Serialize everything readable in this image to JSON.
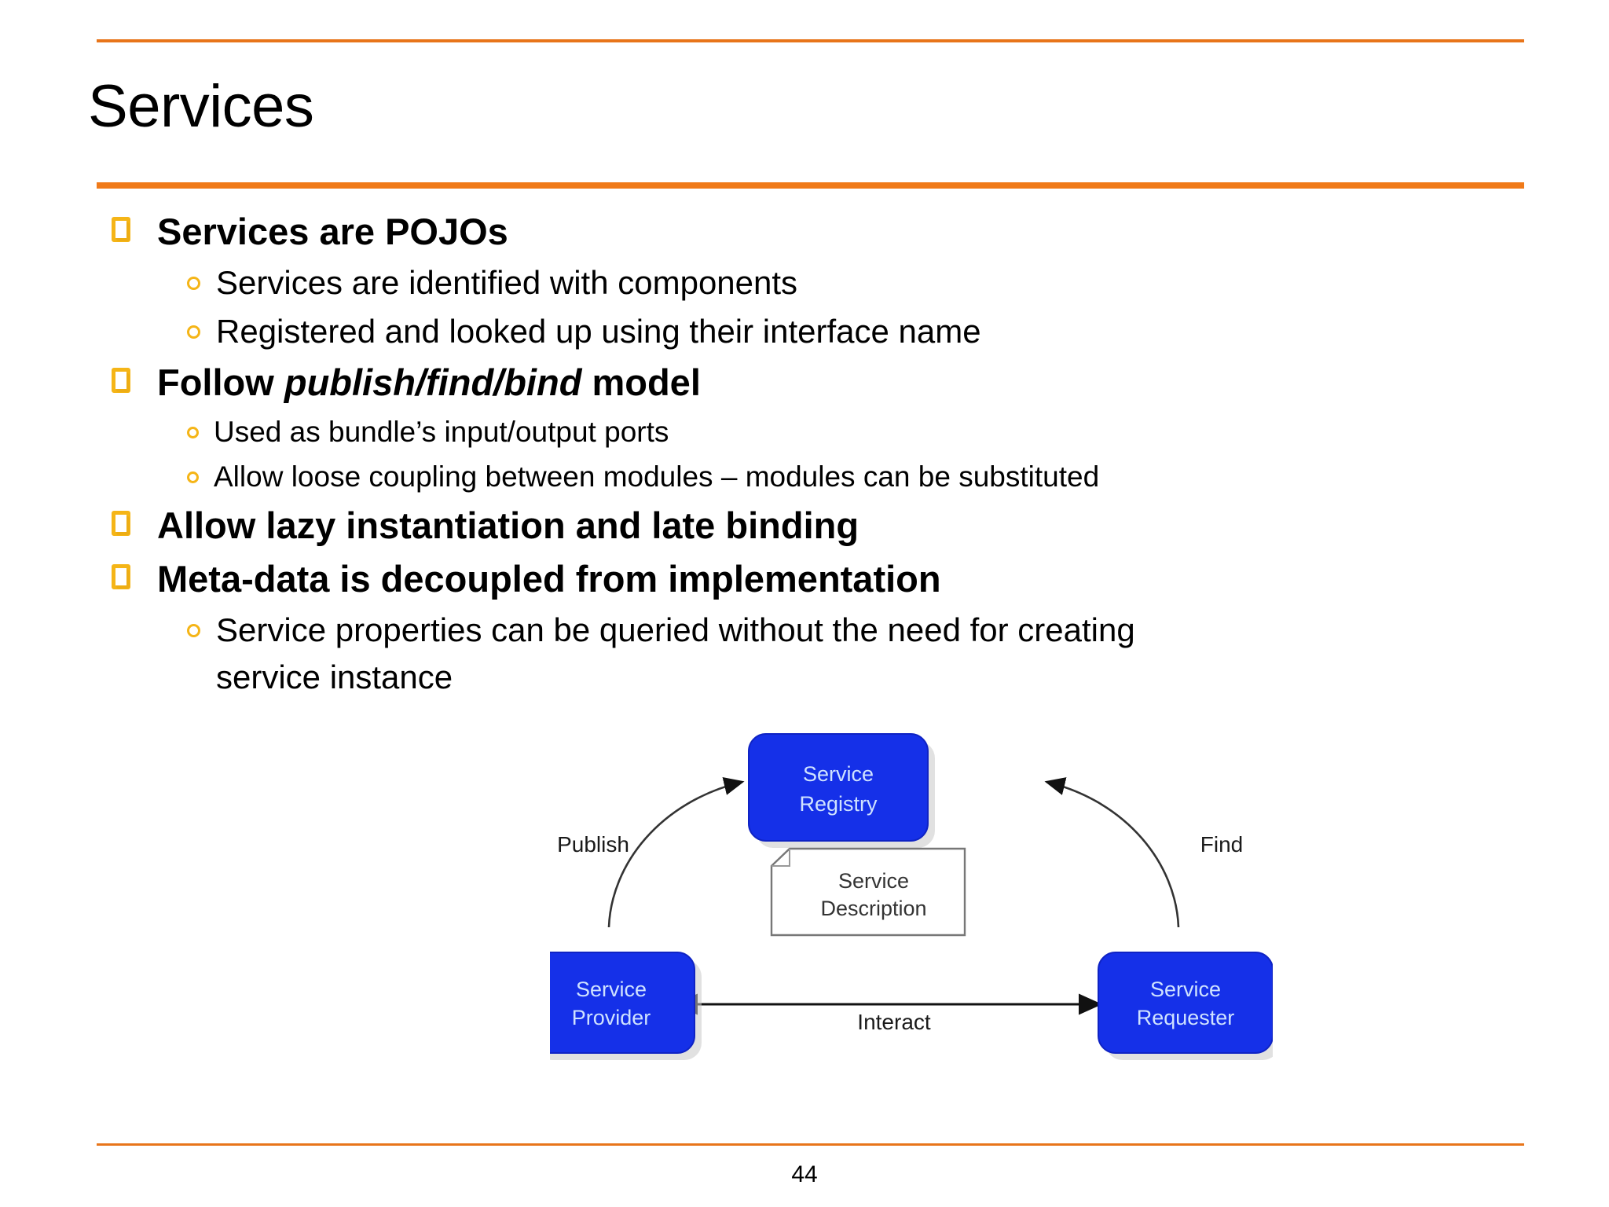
{
  "slide": {
    "title": "Services",
    "page_number": "44",
    "accent_color": "#E8751A",
    "accent_color_thick": "#F07A19",
    "bullet_marker_color": "#F5B517"
  },
  "bullets": [
    {
      "level": 1,
      "text": "Services are POJOs",
      "pre": "Services are POJOs",
      "em": "",
      "post": ""
    },
    {
      "level": 2,
      "size": "normal",
      "text": "Services are identified with components"
    },
    {
      "level": 2,
      "size": "normal",
      "text": "Registered and looked up using their interface name"
    },
    {
      "level": 1,
      "text": "Follow publish/find/bind model",
      "pre": "Follow ",
      "em": "publish/find/bind",
      "post": " model"
    },
    {
      "level": 2,
      "size": "small",
      "text": "Used as bundle’s input/output ports"
    },
    {
      "level": 2,
      "size": "small",
      "text": "Allow loose coupling between modules – modules can be substituted"
    },
    {
      "level": 1,
      "text": "Allow lazy instantiation and late binding",
      "pre": "Allow lazy instantiation and late binding",
      "em": "",
      "post": ""
    },
    {
      "level": 1,
      "text": "Meta-data is decoupled from implementation",
      "pre": "Meta-data is decoupled from implementation",
      "em": "",
      "post": ""
    },
    {
      "level": 2,
      "size": "normal",
      "text": "Service properties can be queried without the need for creating",
      "line2": "service instance"
    }
  ],
  "diagram": {
    "type": "publish-find-bind",
    "node_fill": "#1530E8",
    "node_text_color": "#CFE2FF",
    "nodes": [
      {
        "id": "registry",
        "line1": "Service",
        "line2": "Registry"
      },
      {
        "id": "provider",
        "line1": "Service",
        "line2": "Provider"
      },
      {
        "id": "requester",
        "line1": "Service",
        "line2": "Requester"
      }
    ],
    "document": {
      "line1": "Service",
      "line2": "Description"
    },
    "edges": [
      {
        "id": "publish",
        "label": "Publish",
        "from": "provider",
        "to": "registry"
      },
      {
        "id": "find",
        "label": "Find",
        "from": "requester",
        "to": "registry"
      },
      {
        "id": "interact",
        "label": "Interact",
        "from": "provider",
        "to": "requester"
      }
    ]
  }
}
